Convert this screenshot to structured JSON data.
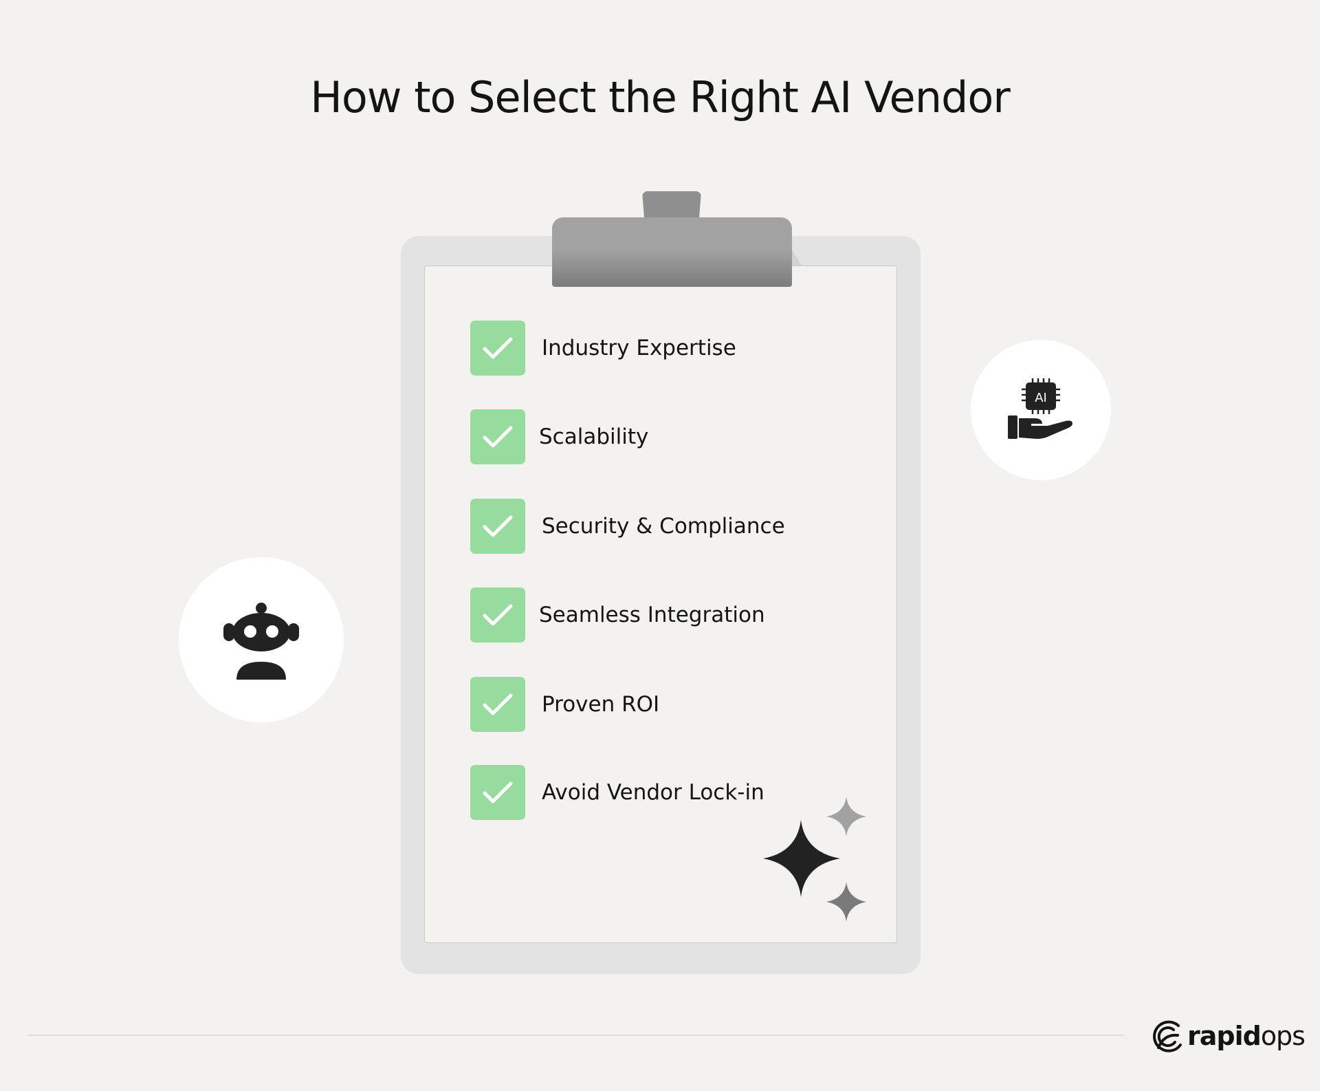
{
  "title": "How to Select the Right AI Vendor",
  "checklist": [
    {
      "label": "Industry Expertise",
      "checked": true
    },
    {
      "label": "Scalability",
      "checked": true
    },
    {
      "label": "Security & Compliance",
      "checked": true
    },
    {
      "label": "Seamless Integration",
      "checked": true
    },
    {
      "label": "Proven ROI",
      "checked": true
    },
    {
      "label": "Avoid Vendor Lock-in",
      "checked": true
    }
  ],
  "icons": {
    "robot": "robot-icon",
    "ai_hand": "ai-chip-hand-icon",
    "sparkles": "sparkles-icon",
    "ai_chip_text": "AI"
  },
  "brand": {
    "name_bold": "rapid",
    "name_light": "ops"
  },
  "colors": {
    "background": "#f3f2ef",
    "check_fill": "#98db9f",
    "text": "#141414",
    "clip": "#a2a2a2",
    "board": "#e3e3e3"
  }
}
